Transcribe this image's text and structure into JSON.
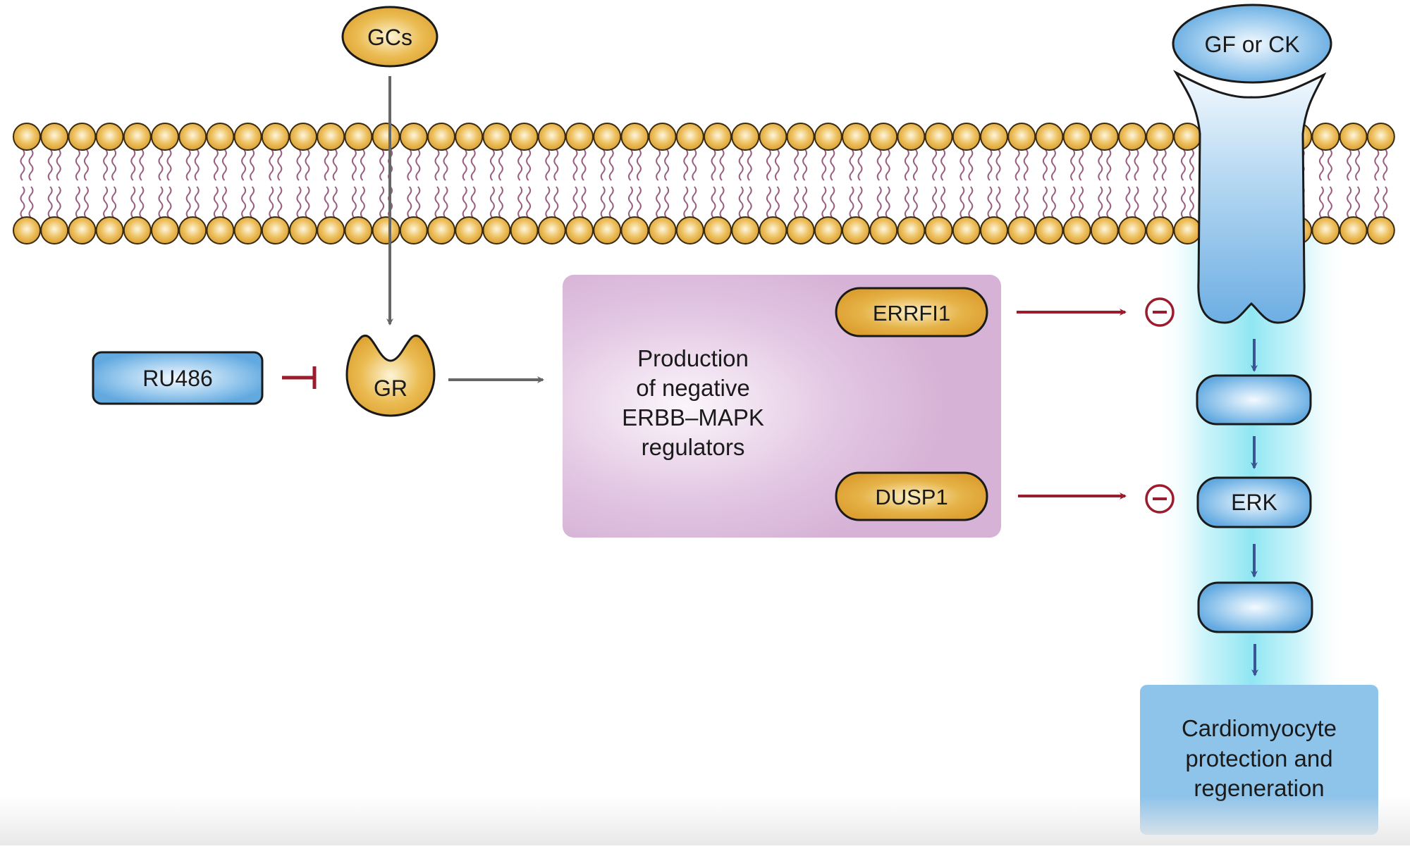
{
  "diagram": {
    "title": "Glucocorticoid receptor inhibition of ERBB–MAPK signalling",
    "ligand_gc": {
      "label": "GCs",
      "icon": "ellipse-gold"
    },
    "ligand_gf": {
      "label": "GF or CK",
      "icon": "ellipse-blue"
    },
    "inhibitor": {
      "label": "RU486",
      "relation": "inhibits GR"
    },
    "receptor_gr": {
      "label": "GR"
    },
    "regulator_box": {
      "lines": [
        "Production",
        "of negative",
        "ERBB–MAPK",
        "regulators"
      ]
    },
    "regulators": [
      {
        "label": "ERRFI1",
        "target": "receptor",
        "effect_symbol": "⊖"
      },
      {
        "label": "DUSP1",
        "target": "ERK",
        "effect_symbol": "⊖"
      }
    ],
    "cascade": [
      {
        "label": ""
      },
      {
        "label": "ERK"
      },
      {
        "label": ""
      }
    ],
    "outcome": {
      "lines": [
        "Cardiomyocyte",
        "protection and",
        "regeneration"
      ]
    },
    "membrane": {
      "description": "lipid bilayer",
      "heads_per_row": 50
    },
    "colors": {
      "gold_fill": "#e2a938",
      "gold_light": "#fbeec0",
      "blue_fill": "#6cb0e4",
      "blue_light": "#f0f8ff",
      "purple_box": "#d6b2d6",
      "inhibit_red": "#9b1c2c",
      "cascade_arrow": "#3b5494",
      "grey_arrow": "#666666",
      "glow_cyan": "#8fe6f2",
      "outcome_box": "#8ec3ea",
      "lipid_tail": "#9a5f80"
    }
  }
}
